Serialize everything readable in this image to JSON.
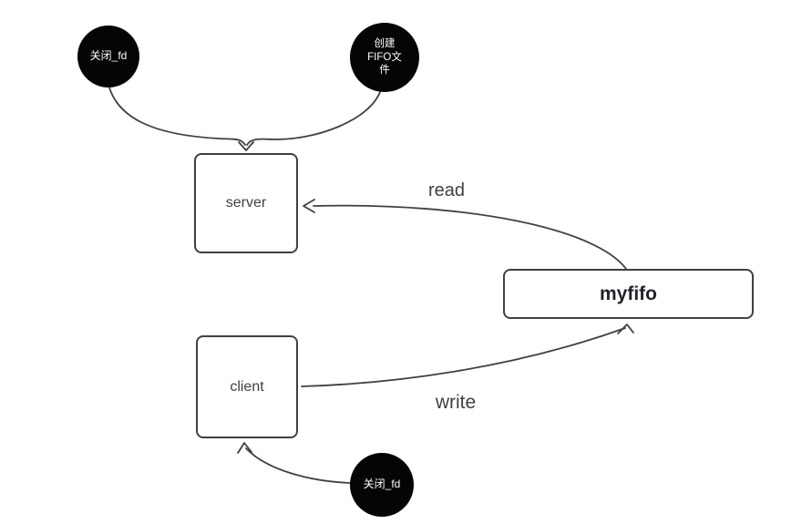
{
  "diagram": {
    "nodes": {
      "close_fd_top": {
        "label": "关闭_fd"
      },
      "create_fifo": {
        "lines": [
          "创建",
          "FIFO文",
          "件"
        ]
      },
      "server": {
        "label": "server"
      },
      "client": {
        "label": "client"
      },
      "myfifo": {
        "label": "myfifo"
      },
      "close_fd_bottom": {
        "label": "关闭_fd"
      }
    },
    "edges": {
      "read": {
        "label": "read"
      },
      "write": {
        "label": "write"
      }
    },
    "colors": {
      "background": "#ffffff",
      "stroke": "#3f3f46",
      "box_fill": "#ffffff",
      "box_border": "#3f3f46",
      "circle_fill": "#050505",
      "circle_text": "#ffffff",
      "myfifo_text": "#1f2329"
    }
  }
}
